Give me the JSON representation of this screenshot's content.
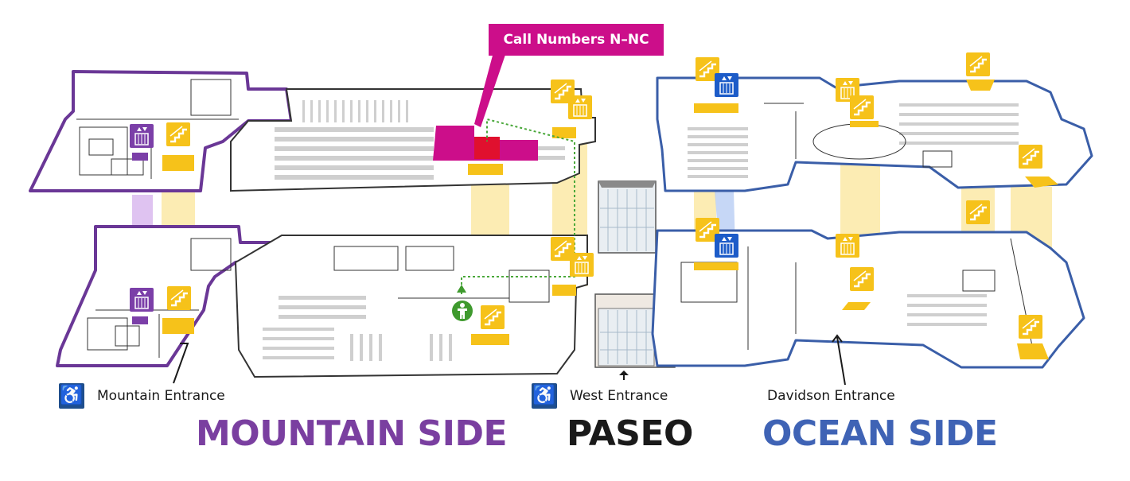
{
  "callout": {
    "label": "Call Numbers N–NC"
  },
  "regions": {
    "mountain": {
      "label": "MOUNTAIN SIDE",
      "color": "#7a3fa0"
    },
    "paseo": {
      "label": "PASEO",
      "color": "#1a1a1a"
    },
    "ocean": {
      "label": "OCEAN SIDE",
      "color": "#3f63b5"
    }
  },
  "entrances": {
    "mountain": {
      "label": "Mountain Entrance",
      "accessible": true
    },
    "west": {
      "label": "West Entrance",
      "accessible": true
    },
    "davidson": {
      "label": "Davidson Entrance",
      "accessible": false
    }
  },
  "colors": {
    "stairs": "#f6c21a",
    "stairs_column": "#fbe9a6",
    "elevator_mountain": "#7b3fa8",
    "elevator_ocean": "#1d5cc8",
    "highlight": "#cc0e8a",
    "route": "#4aa83a",
    "you_are_here": "#3f9a2e",
    "mountain_outline": "#6a3796",
    "ocean_outline": "#3a5ea8"
  },
  "icons": {
    "stairs": "stairs-icon",
    "elevator": "elevator-icon",
    "accessible": "wheelchair-icon",
    "you_are_here": "person-icon"
  }
}
